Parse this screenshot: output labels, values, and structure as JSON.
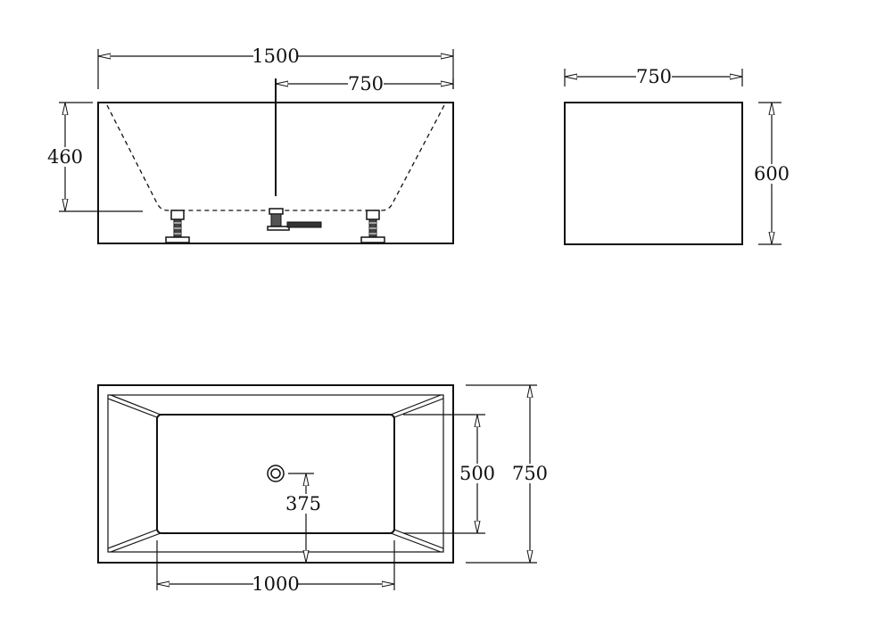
{
  "dimensions": {
    "side_length": "1500",
    "side_half_length": "750",
    "side_height": "460",
    "end_width": "750",
    "end_height": "600",
    "top_width": "750",
    "top_inner_width": "500",
    "top_inner_length": "1000",
    "top_drain_offset": "375"
  }
}
